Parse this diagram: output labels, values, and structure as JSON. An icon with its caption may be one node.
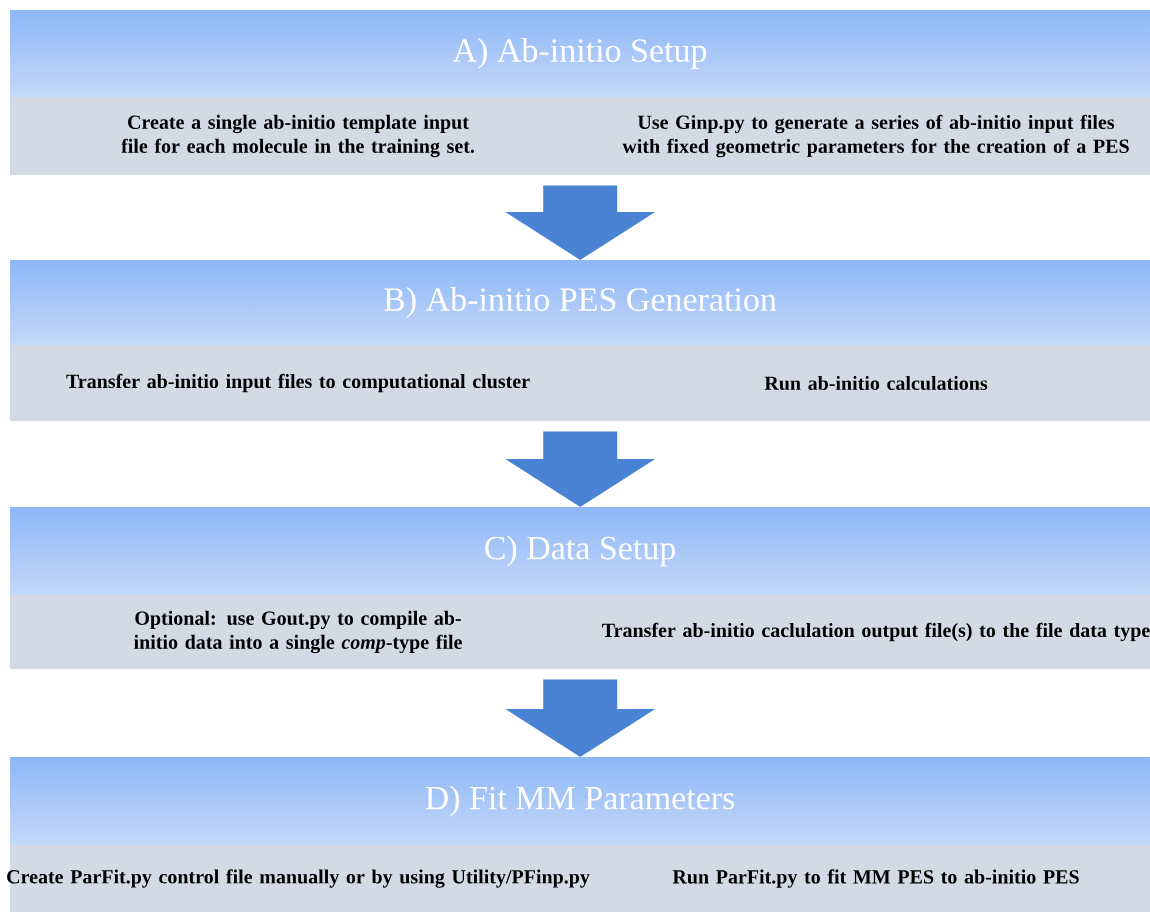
{
  "diagram": {
    "nodes": [
      {
        "text": [
          "A) Ab-initio Setup"
        ]
      },
      {
        "text": [
          "Create a single ab-initio template input file for each molecule in the training set."
        ],
        "in": 0
      },
      {
        "text": [
          "Use Ginp.py to generate a series of ab-initio input files with fixed geometric parameters for the creation of a  PES"
        ],
        "in": 0
      },
      {
        "text": [
          "B) Ab-initio PES Generation"
        ]
      },
      {
        "text": [
          "Transfer ab-initio input files to computational cluster"
        ],
        "in": 3
      },
      {
        "text": [
          "Run ab-initio calculations"
        ],
        "in": 3
      },
      {
        "text": [
          "C)  Data Setup"
        ]
      },
      {
        "text": [
          "Optional: use Gout.py to compile ab-initio data into a single *comp*-type file"
        ],
        "in": 6
      },
      {
        "text": [
          "Transfer ab-initio caclulation output file(s) to the file data type"
        ],
        "in": 6
      },
      {
        "text": [
          "D) Fit MM Parameters"
        ]
      },
      {
        "text": [
          "Create ParFit.py control file manually or by using Utility/PFinp.py"
        ],
        "in": 9
      },
      {
        "text": [
          "Run ParFit.py to fit MM PES to ab-initio PES"
        ],
        "in": 9
      }
    ],
    "edges": [
      {
        "from": 0,
        "to": 3,
        "arrow": "to"
      },
      {
        "from": 3,
        "to": 6,
        "arrow": "to"
      },
      {
        "from": 6,
        "to": 9,
        "arrow": "to"
      }
    ]
  }
}
